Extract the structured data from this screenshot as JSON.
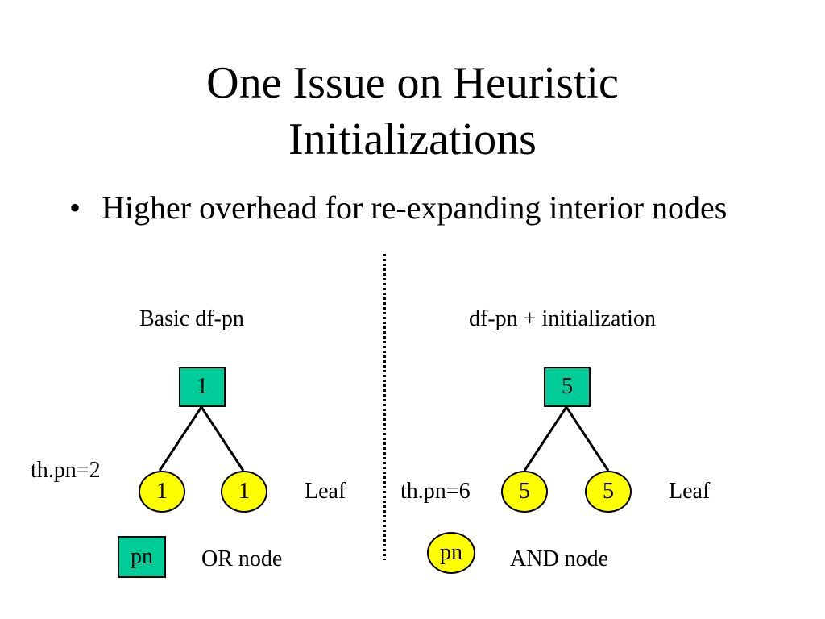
{
  "title": {
    "line1": "One Issue on Heuristic",
    "line2": "Initializations"
  },
  "bullet": {
    "symbol": "•",
    "text": "Higher overhead for re-expanding interior nodes"
  },
  "left": {
    "heading": "Basic df-pn",
    "root_value": "1",
    "threshold": "th.pn=2",
    "child1_value": "1",
    "child2_value": "1",
    "leaf_label": "Leaf"
  },
  "right": {
    "heading": "df-pn + initialization",
    "root_value": "5",
    "threshold": "th.pn=6",
    "child1_value": "5",
    "child2_value": "5",
    "leaf_label": "Leaf"
  },
  "legend": {
    "or_symbol": "pn",
    "or_label": "OR node",
    "and_symbol": "pn",
    "and_label": "AND node"
  },
  "colors": {
    "or_node_fill": "#00cc99",
    "and_node_fill": "#ffff00",
    "line": "#000000",
    "divider": "#000000"
  }
}
